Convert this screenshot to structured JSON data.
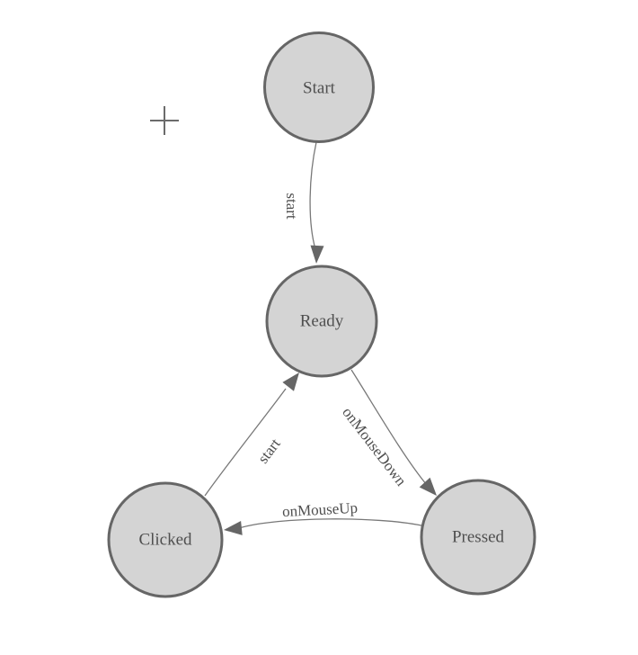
{
  "diagram": {
    "type": "state-machine",
    "nodes": [
      {
        "id": "start",
        "label": "Start"
      },
      {
        "id": "ready",
        "label": "Ready"
      },
      {
        "id": "clicked",
        "label": "Clicked"
      },
      {
        "id": "pressed",
        "label": "Pressed"
      }
    ],
    "edges": [
      {
        "from": "start",
        "to": "ready",
        "label": "start"
      },
      {
        "from": "ready",
        "to": "pressed",
        "label": "onMouseDown"
      },
      {
        "from": "pressed",
        "to": "clicked",
        "label": "onMouseUp"
      },
      {
        "from": "clicked",
        "to": "ready",
        "label": "start"
      }
    ],
    "icons": [
      {
        "name": "crosshair-plus-icon",
        "glyph": "+"
      }
    ],
    "colors": {
      "background": "#ffffff",
      "node_fill": "#d4d4d4",
      "node_stroke": "#666666",
      "edge_line": "#787878",
      "arrowhead": "#666666",
      "label_text": "#4f4f4f"
    }
  }
}
